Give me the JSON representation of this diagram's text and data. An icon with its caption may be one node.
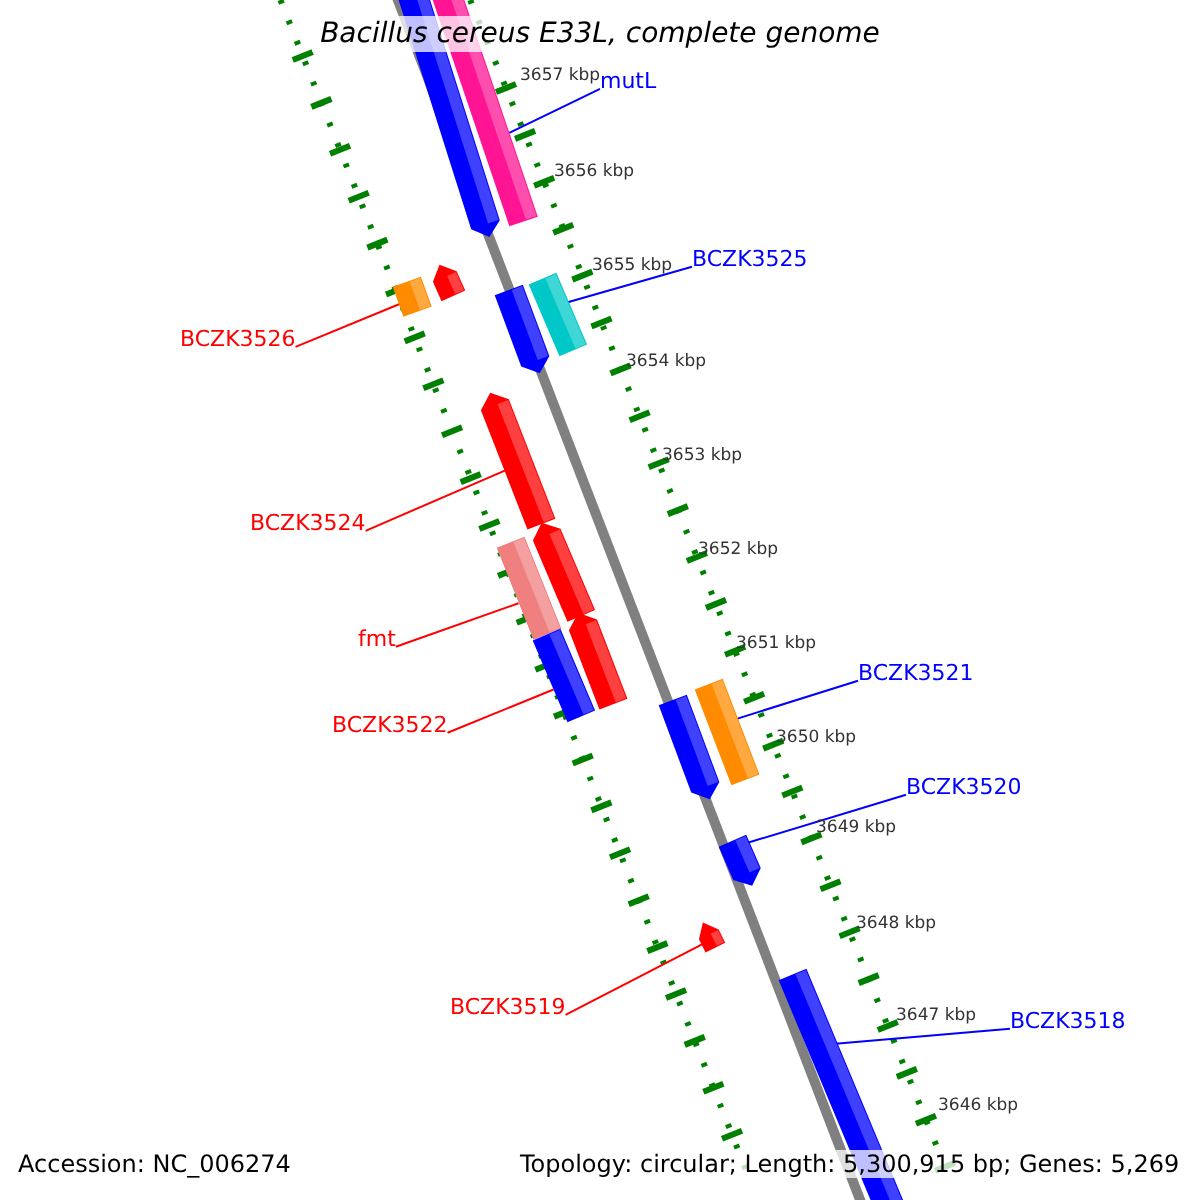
{
  "diagram": {
    "title": "Bacillus cereus E33L, complete genome",
    "nodes": [
      {
        "text": [],
        "shape": "bar"
      },
      {
        "text": [],
        "shape": "bar"
      },
      {
        "text": [
          "mutL"
        ]
      },
      {
        "text": [
          "BCZK3525"
        ]
      },
      {
        "text": [],
        "shape": "bar"
      },
      {
        "text": [],
        "shape": "bar"
      },
      {
        "text": [],
        "shape": "bar"
      },
      {
        "text": [],
        "shape": "bar"
      },
      {
        "text": [
          "BCZK3526"
        ]
      },
      {
        "text": [],
        "shape": "bar"
      },
      {
        "text": [
          "BCZK3524"
        ]
      },
      {
        "text": [],
        "shape": "bar"
      },
      {
        "text": [],
        "shape": "bar"
      },
      {
        "text": [],
        "shape": "bar"
      },
      {
        "text": [
          "fmt"
        ]
      },
      {
        "text": [],
        "shape": "bar"
      },
      {
        "text": [],
        "shape": "bar"
      },
      {
        "text": [],
        "shape": "bar"
      },
      {
        "text": [
          "BCZK3521"
        ]
      },
      {
        "text": [
          "BCZK3522"
        ]
      },
      {
        "text": [
          "BCZK3520"
        ]
      },
      {
        "text": [],
        "shape": "bar"
      },
      {
        "text": [],
        "shape": "bar"
      },
      {
        "text": [
          "BCZK3519"
        ]
      },
      {
        "text": [],
        "shape": "bar"
      },
      {
        "text": [
          "BCZK3518"
        ]
      }
    ],
    "edges": [
      {
        "from": 2,
        "to": 1,
        "arrow": "none"
      },
      {
        "from": 3,
        "to": 6,
        "arrow": "none"
      },
      {
        "from": 8,
        "to": 5,
        "arrow": "none",
        "color": "#ff0000"
      },
      {
        "from": 10,
        "to": 9,
        "arrow": "none",
        "color": "#ff0000"
      },
      {
        "from": 14,
        "to": 12,
        "arrow": "none",
        "color": "#ff0000"
      },
      {
        "from": 19,
        "to": 15,
        "arrow": "none",
        "color": "#ff0000"
      },
      {
        "from": 18,
        "to": 16,
        "arrow": "none"
      },
      {
        "from": 20,
        "to": 21,
        "arrow": "none"
      },
      {
        "from": 23,
        "to": 22,
        "arrow": "none",
        "color": "#ff0000"
      },
      {
        "from": 25,
        "to": 24,
        "arrow": "none"
      }
    ],
    "labels": [
      "3657 kbp",
      "3656 kbp",
      "3655 kbp",
      "3654 kbp",
      "3653 kbp",
      "3652 kbp",
      "3651 kbp",
      "3650 kbp",
      "3649 kbp",
      "3648 kbp",
      "3647 kbp",
      "3646 kbp",
      "Accession: NC_006274",
      "Topology: circular; Length: 5,300,915 bp; Genes: 5,269"
    ]
  }
}
